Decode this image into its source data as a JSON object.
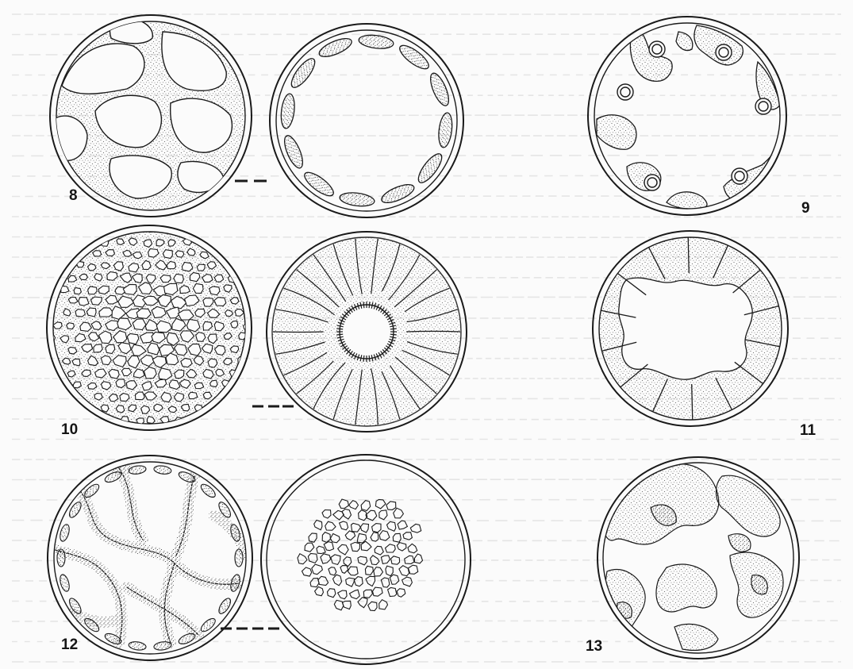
{
  "figure_labels": {
    "fig8": "8",
    "fig9": "9",
    "fig10": "10",
    "fig11": "11",
    "fig12": "12",
    "fig13": "13"
  },
  "style": {
    "ink": "#1a1a1a",
    "paper": "#fbfbfb",
    "stipple": "#444444",
    "bleed_text": "#d4d4d4"
  }
}
